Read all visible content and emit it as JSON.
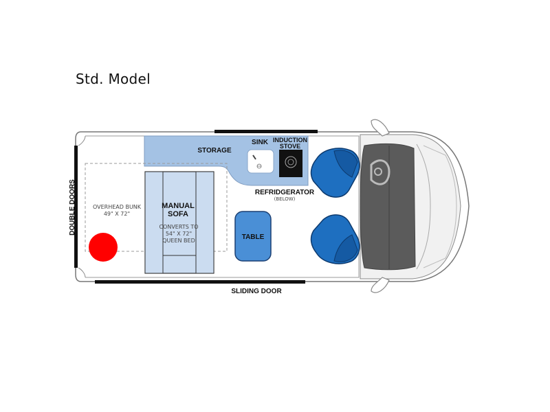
{
  "title": "Std. Model",
  "labels": {
    "storage": "STORAGE",
    "sink": "SINK",
    "induction_line1": "INDUCTION",
    "induction_line2": "STOVE",
    "fridge": "REFRIDGERATOR",
    "fridge_note": "(BELOW)",
    "manual_line1": "MANUAL",
    "manual_line2": "SOFA",
    "converts_line1": "CONVERTS TO",
    "converts_line2": "54\" X 72\"",
    "converts_line3": "QUEEN BED",
    "bunk_line1": "OVERHEAD BUNK",
    "bunk_line2": "49\" X 72\"",
    "table": "TABLE",
    "sliding_door": "SLIDING DOOR",
    "double_doors": "DOUBLE DOORS"
  },
  "colors": {
    "light_blue": "#a4c2e4",
    "sofa_blue": "#cbdcf0",
    "seat_blue": "#1e6fc0",
    "table_blue": "#4a8fd6",
    "dark_gray": "#5b5b5b",
    "marker_red": "#ff0000"
  }
}
